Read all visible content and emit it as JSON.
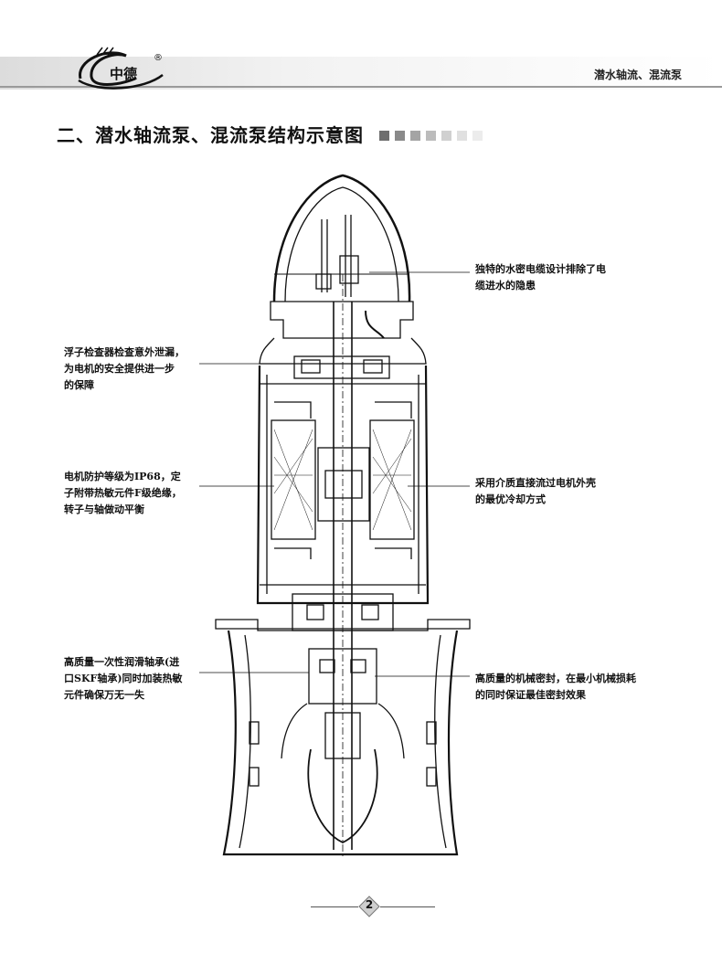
{
  "header": {
    "brand": "中德",
    "registered": "®",
    "section_title": "潜水轴流、混流泵"
  },
  "page_title": "二、潜水轴流泵、混流泵结构示意图",
  "annotations": {
    "left": [
      {
        "lines": [
          "浮子检查器检查意外泄漏，",
          "为电机的安全提供进一步",
          "的保障"
        ]
      },
      {
        "lines": [
          "电机防护等级为IP68，定",
          "子附带热敏元件F级绝缘，",
          "转子与轴做动平衡"
        ]
      },
      {
        "lines": [
          "高质量一次性润滑轴承(进",
          "口SKF轴承)同时加装热敏",
          "元件确保万无一失"
        ]
      }
    ],
    "right": [
      {
        "lines": [
          "独特的水密电缆设计排除了电",
          "缆进水的隐患"
        ]
      },
      {
        "lines": [
          "采用介质直接流过电机外壳",
          "的最优冷却方式"
        ]
      },
      {
        "lines": [
          "高质量的机械密封，在最小机械损耗",
          "的同时保证最佳密封效果"
        ]
      }
    ]
  },
  "footer": {
    "page_number": "2"
  },
  "colors": {
    "header_line": "#9a9a9a",
    "square_1": "#6e6e6e",
    "square_2": "#8a8a8a",
    "square_3": "#a4a4a4",
    "square_4": "#bcbcbc",
    "square_5": "#d0d0d0",
    "square_6": "#e0e0e0",
    "square_7": "#ececec"
  }
}
